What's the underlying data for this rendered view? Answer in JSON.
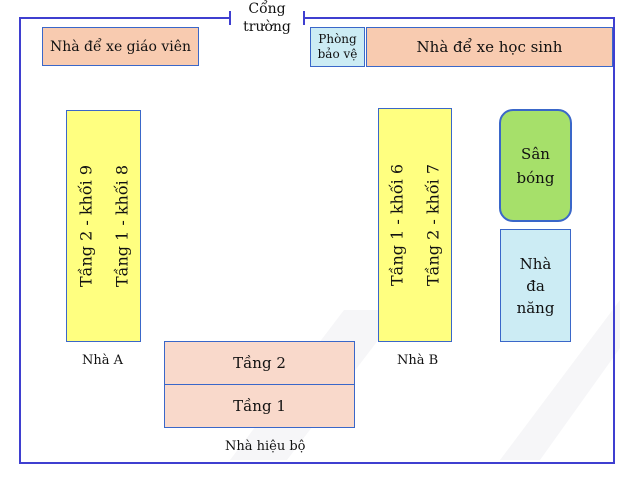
{
  "gate": {
    "line1": "Cổng",
    "line2": "trường"
  },
  "teacher_parking": "Nhà để xe giáo viên",
  "guard_room": {
    "line1": "Phòng",
    "line2": "bảo vệ"
  },
  "student_parking": "Nhà để xe học sinh",
  "building_a": {
    "label": "Nhà A",
    "floors": [
      "Tầng 2 - khối 9",
      "Tầng 1 - khối 8"
    ]
  },
  "building_b": {
    "label": "Nhà B",
    "floors": [
      "Tầng 1 - khối 6",
      "Tầng 2 - khối 7"
    ]
  },
  "football_field": {
    "line1": "Sân",
    "line2": "bóng"
  },
  "multipurpose_hall": {
    "line1": "Nhà",
    "line2": "đa",
    "line3": "năng"
  },
  "admin_building": {
    "label": "Nhà hiệu bộ",
    "floors": [
      "Tầng 2",
      "Tầng 1"
    ]
  },
  "colors": {
    "boundary": "#3f3fd0",
    "box_border": "#3a67c9",
    "peach": "#f8cbb0",
    "yellow": "#ffff80",
    "cyan": "#ccecf4",
    "green": "#a6e06a"
  }
}
